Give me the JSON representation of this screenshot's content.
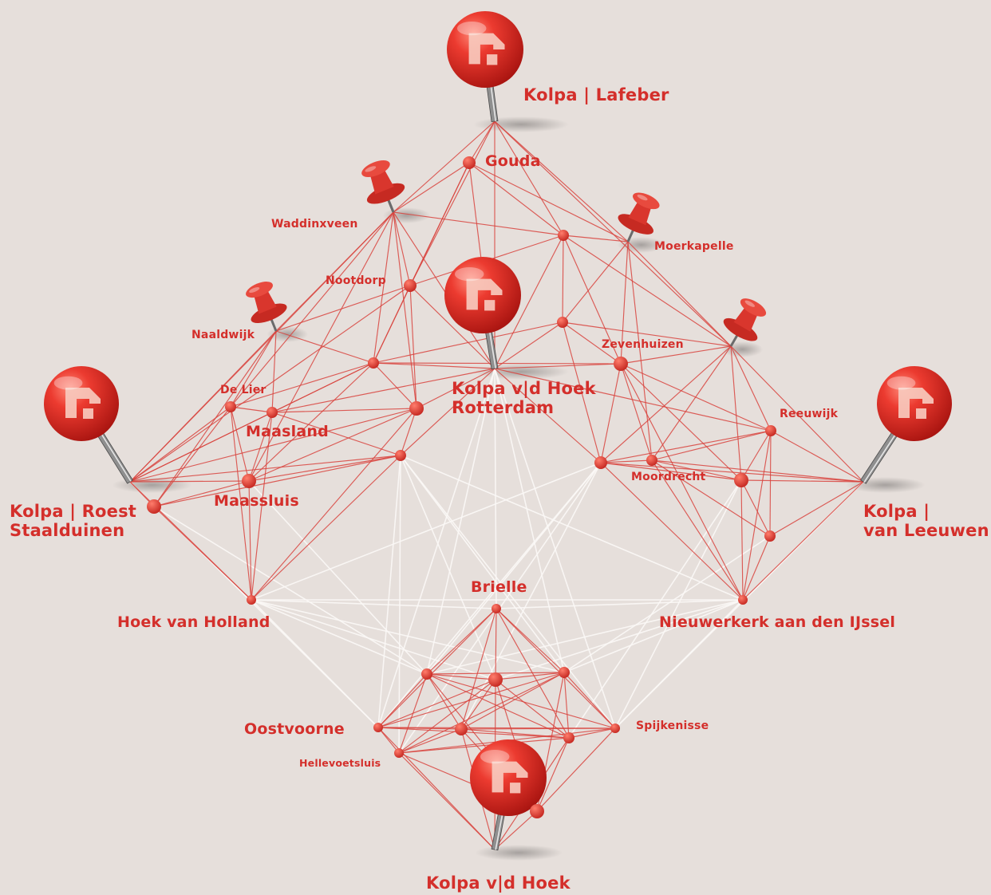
{
  "colors": {
    "background": "#e6dfdb",
    "accent": "#d42f2b",
    "line_red": "#d8433d",
    "line_white": "#fbf8f6",
    "pin_metal": "#8f8f8f"
  },
  "icons": {
    "branch_marker": "kolpa-logo-pin-icon",
    "city_marker": "push-pin-icon",
    "network_node": "dot-node-icon"
  },
  "labels": {
    "kolpa_lafeber": "Kolpa | Lafeber",
    "kolpa_vd_hoek_rotterdam": [
      "Kolpa v|d Hoek",
      "Rotterdam"
    ],
    "kolpa_roest": [
      "Kolpa | Roest",
      "Staalduinen"
    ],
    "kolpa_van_leeuwen": [
      "Kolpa |",
      "van Leeuwen"
    ],
    "kolpa_vd_hoek": "Kolpa v|d Hoek",
    "gouda": "Gouda",
    "waddinxveen": "Waddinxveen",
    "moerkapelle": "Moerkapelle",
    "nootdorp": "Nootdorp",
    "naaldwijk": "Naaldwijk",
    "zevenhuizen": "Zevenhuizen",
    "de_lier": "De Lier",
    "maasland": "Maasland",
    "maassluis": "Maassluis",
    "reeuwijk": "Reeuwijk",
    "moordrecht": "Moordrecht",
    "hoek_van_holland": "Hoek van Holland",
    "brielle": "Brielle",
    "nieuwerkerk": "Nieuwerkerk aan den IJssel",
    "oostvoorne": "Oostvoorne",
    "spijkenisse": "Spijkenisse",
    "hellevoetsluis": "Hellevoetsluis"
  }
}
